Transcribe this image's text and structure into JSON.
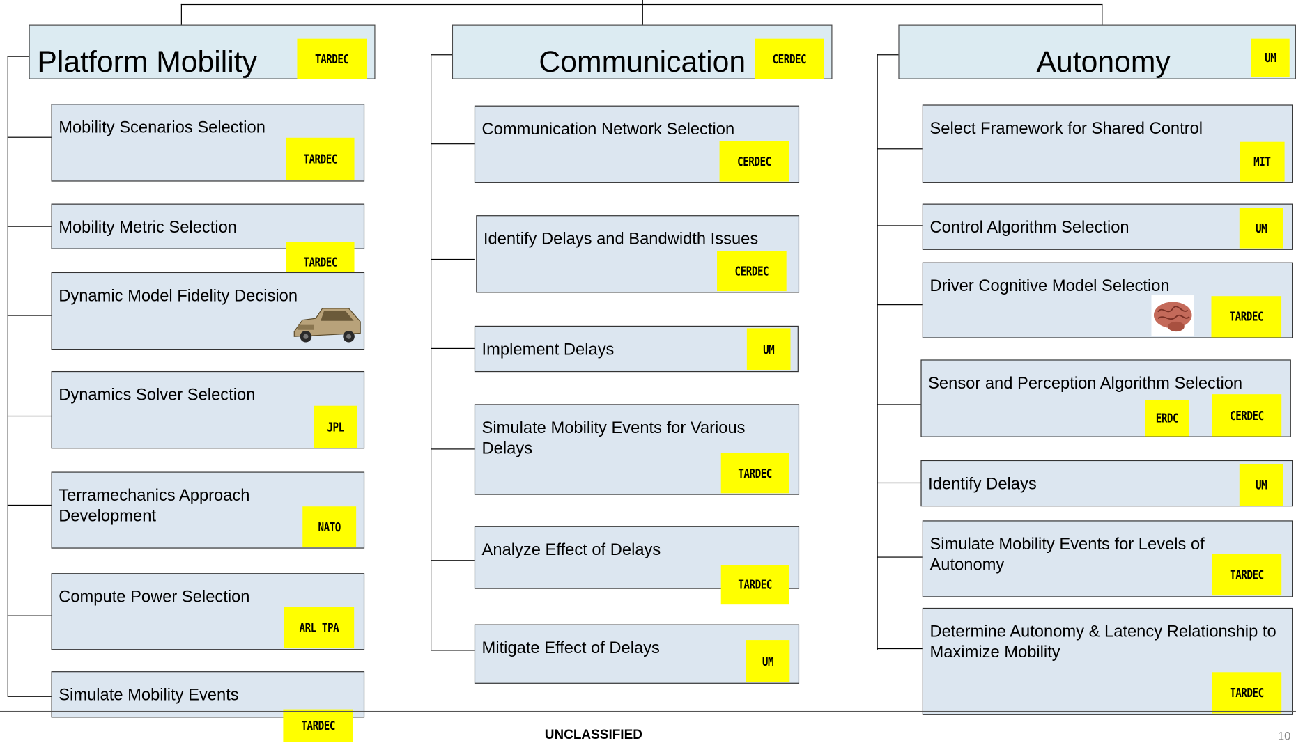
{
  "columns": [
    {
      "title": "Platform Mobility",
      "org": "TARDEC",
      "tasks": [
        {
          "text": "Mobility Scenarios Selection",
          "orgs": [
            "TARDEC"
          ]
        },
        {
          "text": "Mobility Metric Selection",
          "orgs": [
            "TARDEC"
          ]
        },
        {
          "text": "Dynamic Model Fidelity Decision",
          "image": "humvee-vehicle"
        },
        {
          "text": "Dynamics Solver Selection",
          "orgs": [
            "JPL"
          ]
        },
        {
          "text": "Terramechanics Approach Development",
          "orgs": [
            "NATO"
          ]
        },
        {
          "text": "Compute Power Selection",
          "orgs": [
            "ARL TPA"
          ]
        },
        {
          "text": "Simulate Mobility Events",
          "orgs": [
            "TARDEC"
          ]
        }
      ]
    },
    {
      "title": "Communication",
      "org": "CERDEC",
      "tasks": [
        {
          "text": "Communication Network Selection",
          "orgs": [
            "CERDEC"
          ]
        },
        {
          "text": "Identify Delays and Bandwidth Issues",
          "orgs": [
            "CERDEC"
          ]
        },
        {
          "text": "Implement Delays",
          "orgs": [
            "UM"
          ]
        },
        {
          "text": "Simulate Mobility Events for Various Delays",
          "orgs": [
            "TARDEC"
          ]
        },
        {
          "text": "Analyze Effect of Delays",
          "orgs": [
            "TARDEC"
          ]
        },
        {
          "text": "Mitigate Effect of Delays",
          "orgs": [
            "UM"
          ]
        }
      ]
    },
    {
      "title": "Autonomy",
      "org": "UM",
      "tasks": [
        {
          "text": "Select Framework for Shared Control",
          "orgs": [
            "MIT"
          ]
        },
        {
          "text": "Control Algorithm Selection",
          "orgs": [
            "UM"
          ]
        },
        {
          "text": "Driver Cognitive Model Selection",
          "orgs": [
            "TARDEC"
          ],
          "image": "brain"
        },
        {
          "text": "Sensor and Perception Algorithm Selection",
          "orgs": [
            "ERDC",
            "CERDEC"
          ]
        },
        {
          "text": "Identify Delays",
          "orgs": [
            "UM"
          ]
        },
        {
          "text": "Simulate Mobility Events for Levels of Autonomy",
          "orgs": [
            "TARDEC"
          ]
        },
        {
          "text": "Determine Autonomy & Latency Relationship to Maximize Mobility",
          "orgs": [
            "TARDEC"
          ]
        }
      ]
    }
  ],
  "footer": {
    "classification": "UNCLASSIFIED",
    "page_number": "10"
  },
  "colors": {
    "tag": "#ffff00",
    "task_fill": "#dce6f0",
    "header_fill": "#dcebf2"
  }
}
